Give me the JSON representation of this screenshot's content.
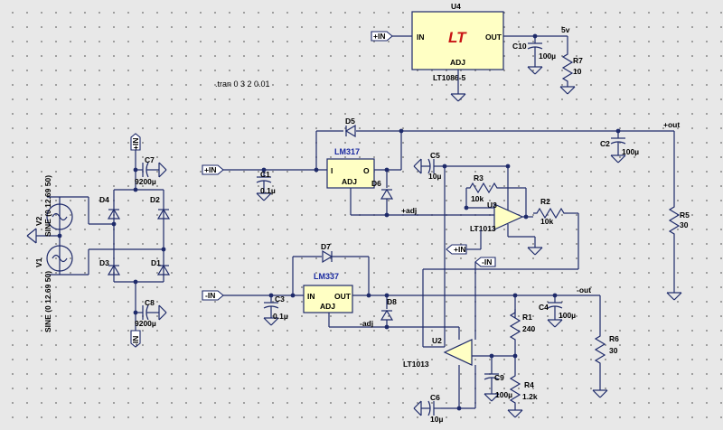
{
  "directive": ".tran 0 3 2 0.01",
  "flags": {
    "plus_in": "+IN",
    "minus_in": "-IN",
    "plus_out": "+out",
    "minus_out": "-out",
    "plus_adj": "+adj",
    "minus_adj": "-adj",
    "five_v": "5v"
  },
  "u4": {
    "ref": "U4",
    "part": "LT1086-5",
    "logo": "LT",
    "pin_in": "IN",
    "pin_out": "OUT",
    "pin_adj": "ADJ"
  },
  "lm317": {
    "name": "LM317",
    "pin_in": "I",
    "pin_out": "O",
    "pin_adj": "ADJ"
  },
  "lm337": {
    "name": "LM337",
    "pin_in": "IN",
    "pin_out": "OUT",
    "pin_adj": "ADJ"
  },
  "u3": {
    "ref": "U3",
    "part": "LT1013"
  },
  "u2": {
    "ref": "U2",
    "part": "LT1013"
  },
  "v1": {
    "ref": "V1",
    "value": "SINE (0 12.69 50)"
  },
  "v2": {
    "ref": "V2",
    "value": "SINE (0 12.69 50)"
  },
  "caps": {
    "c1": {
      "ref": "C1",
      "value": "0.1µ"
    },
    "c2": {
      "ref": "C2",
      "value": "100µ"
    },
    "c3": {
      "ref": "C3",
      "value": "0.1µ"
    },
    "c4": {
      "ref": "C4",
      "value": "100µ"
    },
    "c5": {
      "ref": "C5",
      "value": "10µ"
    },
    "c6": {
      "ref": "C6",
      "value": "10µ"
    },
    "c7": {
      "ref": "C7",
      "value": "9200µ"
    },
    "c8": {
      "ref": "C8",
      "value": "9200µ"
    },
    "c9": {
      "ref": "C9",
      "value": "100µ"
    },
    "c10": {
      "ref": "C10",
      "value": "100µ"
    }
  },
  "resistors": {
    "r1": {
      "ref": "R1",
      "value": "240"
    },
    "r2": {
      "ref": "R2",
      "value": "10k"
    },
    "r3": {
      "ref": "R3",
      "value": "10k"
    },
    "r4": {
      "ref": "R4",
      "value": "1.2k"
    },
    "r5": {
      "ref": "R5",
      "value": "30"
    },
    "r6": {
      "ref": "R6",
      "value": "30"
    },
    "r7": {
      "ref": "R7",
      "value": "10"
    }
  },
  "diodes": {
    "d1": "D1",
    "d2": "D2",
    "d3": "D3",
    "d4": "D4",
    "d5": "D5",
    "d6": "D6",
    "d7": "D7",
    "d8": "D8"
  }
}
